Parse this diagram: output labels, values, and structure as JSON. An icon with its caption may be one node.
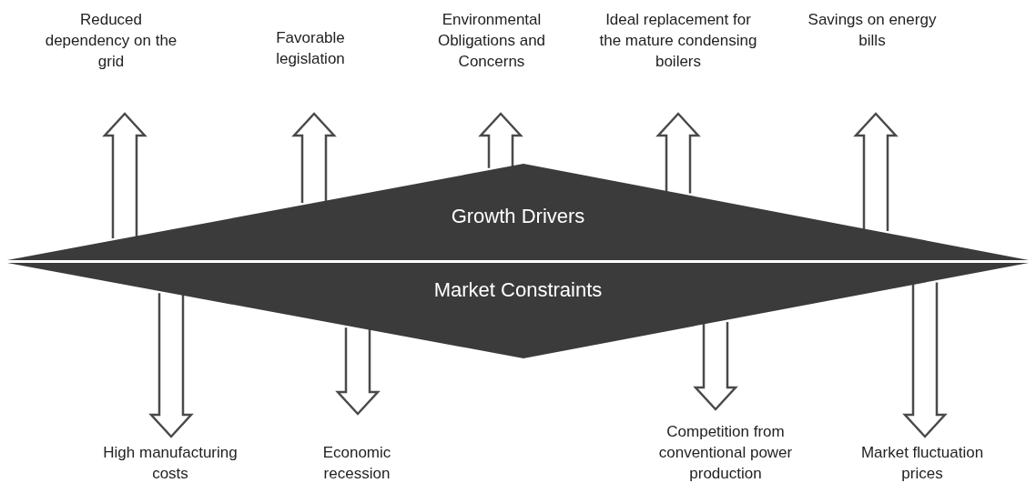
{
  "diagram": {
    "nodes": [
      {
        "text": [
          "Reduced dependency on the grid"
        ]
      },
      {
        "text": [
          "Favorable legislation"
        ]
      },
      {
        "text": [
          "Environmental Obligations and Concerns"
        ]
      },
      {
        "text": [
          "Ideal replacement for the mature condensing boilers"
        ]
      },
      {
        "text": [
          "Savings on energy bills"
        ]
      },
      {
        "text": [
          "Growth Drivers"
        ]
      },
      {
        "text": [
          "Market Constraints"
        ]
      },
      {
        "text": [
          "High manufacturing costs"
        ]
      },
      {
        "text": [
          "Economic recession"
        ]
      },
      {
        "text": [
          "Competition from conventional power production"
        ]
      },
      {
        "text": [
          "Market fluctuation prices"
        ]
      }
    ],
    "edges": [
      {
        "from": 5,
        "to": 0,
        "arrow": "to"
      },
      {
        "from": 5,
        "to": 1,
        "arrow": "to"
      },
      {
        "from": 5,
        "to": 2,
        "arrow": "to"
      },
      {
        "from": 5,
        "to": 3,
        "arrow": "to"
      },
      {
        "from": 5,
        "to": 4,
        "arrow": "to"
      },
      {
        "from": 6,
        "to": 7,
        "arrow": "to"
      },
      {
        "from": 6,
        "to": 8,
        "arrow": "to"
      },
      {
        "from": 6,
        "to": 9,
        "arrow": "to"
      },
      {
        "from": 6,
        "to": 10,
        "arrow": "to"
      }
    ]
  }
}
